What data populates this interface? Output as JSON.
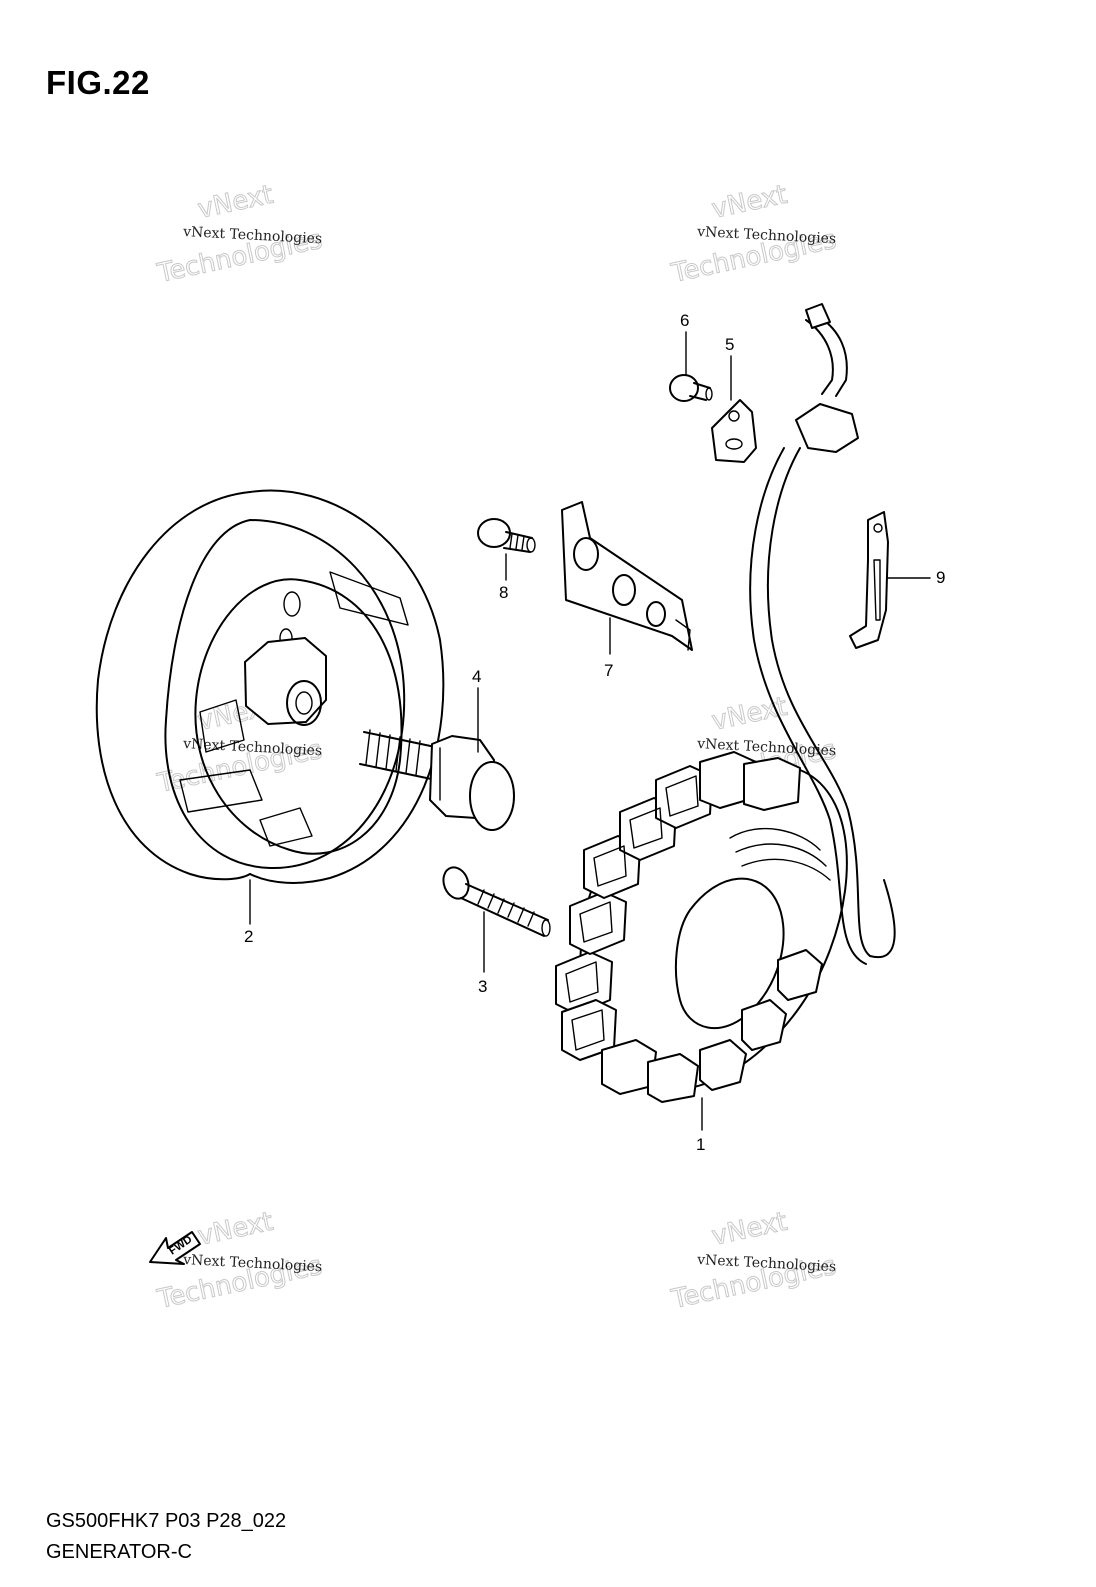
{
  "figure": {
    "title": "FIG.22",
    "model_code": "GS500FHK7 P03 P28_022",
    "section_name": "GENERATOR-C"
  },
  "callouts": [
    "1",
    "2",
    "3",
    "4",
    "5",
    "6",
    "7",
    "8",
    "9"
  ],
  "watermark": {
    "line1": "vNext Technologies",
    "line2": "vNext",
    "line3": "Technologies"
  },
  "fwd_label": "FWD",
  "parts": [
    {
      "callout": "1",
      "part": "stator"
    },
    {
      "callout": "2",
      "part": "rotor"
    },
    {
      "callout": "3",
      "part": "bolt"
    },
    {
      "callout": "4",
      "part": "rotor-bolt"
    },
    {
      "callout": "5",
      "part": "clamp"
    },
    {
      "callout": "6",
      "part": "screw"
    },
    {
      "callout": "7",
      "part": "guide-plate"
    },
    {
      "callout": "8",
      "part": "screw"
    },
    {
      "callout": "9",
      "part": "clamp"
    }
  ]
}
